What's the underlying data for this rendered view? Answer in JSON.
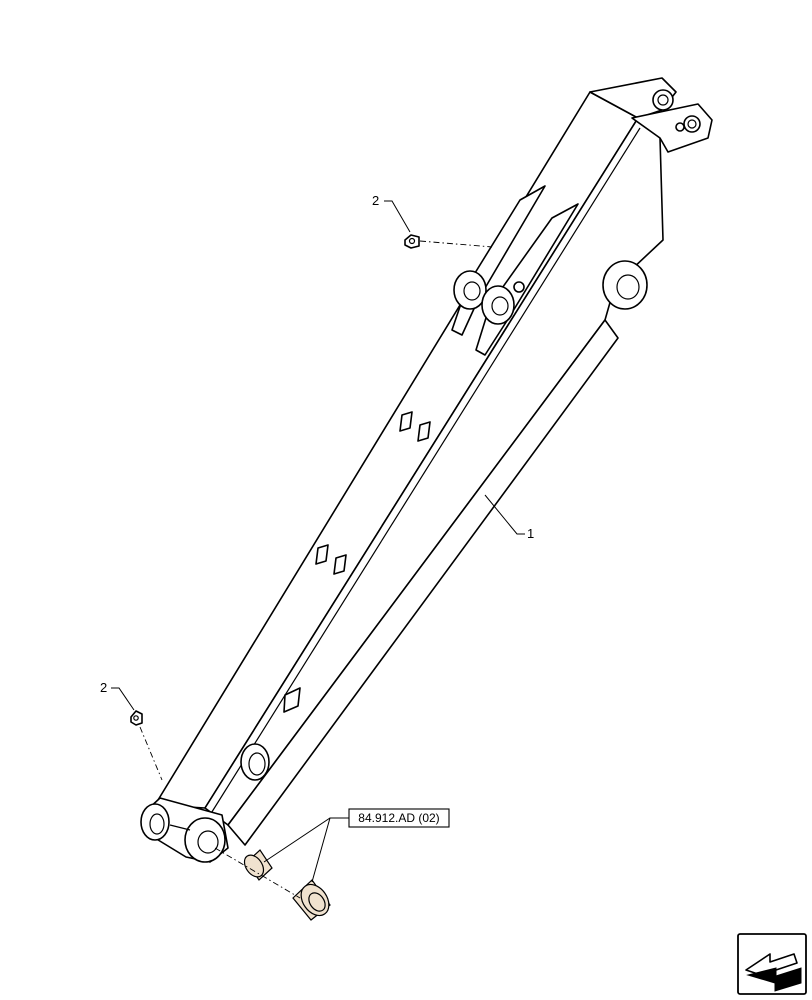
{
  "callouts": {
    "boom": "1",
    "grease_fitting_top": "2",
    "grease_fitting_bottom": "2"
  },
  "reference": {
    "label": "84.912.AD (02)"
  },
  "icons": {
    "nav": "next-page-arrow-icon"
  },
  "colors": {
    "line": "#000000",
    "bushing_fill": "#f0e2cf",
    "background": "#ffffff"
  }
}
